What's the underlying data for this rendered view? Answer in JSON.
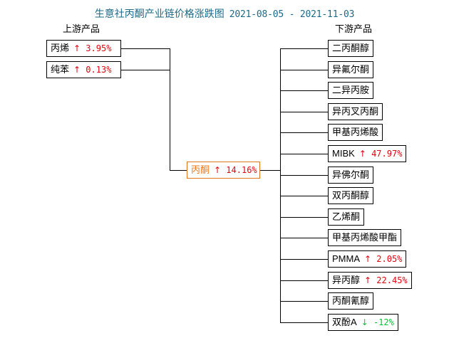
{
  "title": {
    "text": "生意社丙酮产业链价格涨跌图",
    "date_range": "2021-08-05 - 2021-11-03",
    "color": "#1b6a8a"
  },
  "headers": {
    "upstream": "上游产品",
    "downstream": "下游产品"
  },
  "colors": {
    "up": "#e8000d",
    "down": "#00c832",
    "center_label": "#f07818",
    "center_border": "#e2761b",
    "box_border": "#000000",
    "line": "#000000"
  },
  "icons": {
    "up_arrow": "↑",
    "down_arrow": "↓"
  },
  "center": {
    "name": "丙酮",
    "arrow": "↑",
    "value": "14.16%",
    "direction": "up"
  },
  "upstream": [
    {
      "name": "丙烯",
      "arrow": "↑",
      "value": "3.95%",
      "direction": "up"
    },
    {
      "name": "纯苯",
      "arrow": "↑",
      "value": "0.13%",
      "direction": "up"
    }
  ],
  "downstream": [
    {
      "name": "二丙酮醇",
      "arrow": "",
      "value": "",
      "direction": "none"
    },
    {
      "name": "异氟尔酮",
      "arrow": "",
      "value": "",
      "direction": "none"
    },
    {
      "name": "二异丙胺",
      "arrow": "",
      "value": "",
      "direction": "none"
    },
    {
      "name": "异丙叉丙酮",
      "arrow": "",
      "value": "",
      "direction": "none"
    },
    {
      "name": "甲基丙烯酸",
      "arrow": "",
      "value": "",
      "direction": "none"
    },
    {
      "name": "MIBK",
      "arrow": "↑",
      "value": "47.97%",
      "direction": "up"
    },
    {
      "name": "异佛尔酮",
      "arrow": "",
      "value": "",
      "direction": "none"
    },
    {
      "name": "双丙酮醇",
      "arrow": "",
      "value": "",
      "direction": "none"
    },
    {
      "name": "乙烯酮",
      "arrow": "",
      "value": "",
      "direction": "none"
    },
    {
      "name": "甲基丙烯酸甲酯",
      "arrow": "",
      "value": "",
      "direction": "none"
    },
    {
      "name": "PMMA",
      "arrow": "↑",
      "value": "2.05%",
      "direction": "up"
    },
    {
      "name": "异丙醇",
      "arrow": "↑",
      "value": "22.45%",
      "direction": "up"
    },
    {
      "name": "丙酮氰醇",
      "arrow": "",
      "value": "",
      "direction": "none"
    },
    {
      "name": "双酚A",
      "arrow": "↓",
      "value": "-12%",
      "direction": "down"
    }
  ]
}
